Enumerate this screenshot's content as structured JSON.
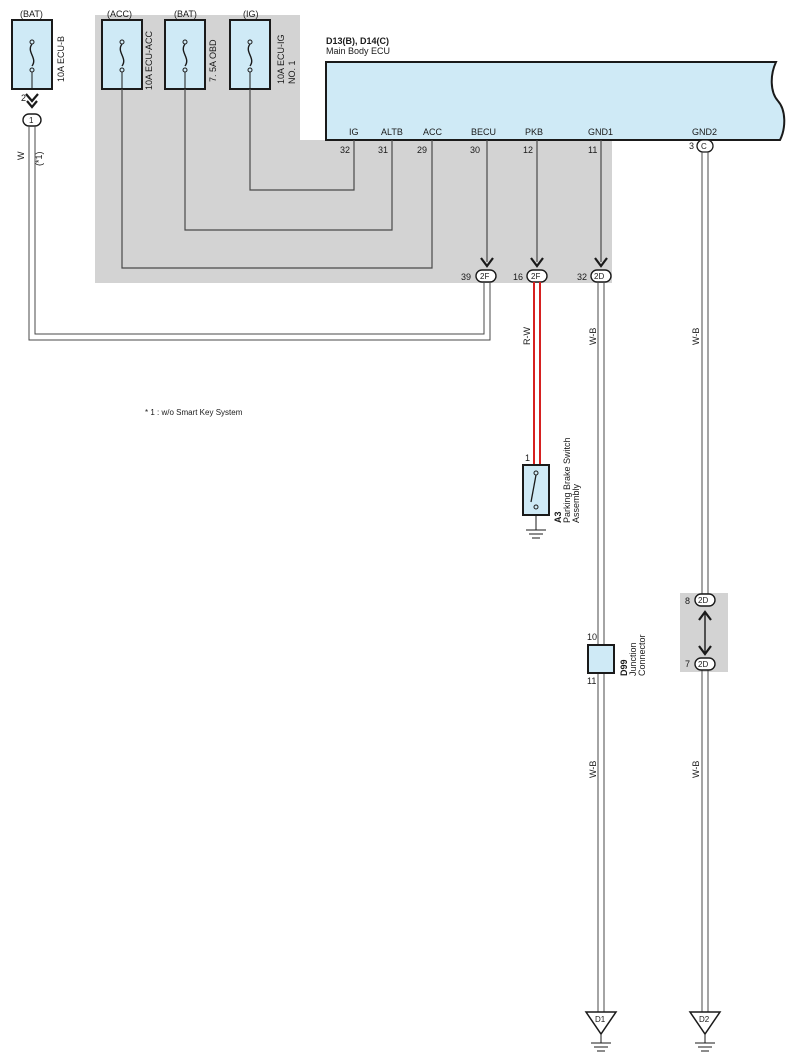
{
  "colors": {
    "panel_bg": "#d3d3d3",
    "fuse_fill": "#cfeaf6",
    "ecu_fill": "#cfeaf6",
    "wire": "#4a4a4a",
    "wire_red": "#d62020"
  },
  "fuses": [
    {
      "source": "(BAT)",
      "name": "10A ECU-B"
    },
    {
      "source": "(ACC)",
      "name": "10A ECU-ACC"
    },
    {
      "source": "(BAT)",
      "name": "7. 5A OBD"
    },
    {
      "source": "(IG)",
      "name_line1": "10A ECU-IG",
      "name_line2": "NO. 1"
    }
  ],
  "ecu": {
    "ref": "D13(B), D14(C)",
    "name": "Main Body ECU",
    "pins": [
      {
        "label": "IG",
        "num": "32"
      },
      {
        "label": "ALTB",
        "num": "31"
      },
      {
        "label": "ACC",
        "num": "29"
      },
      {
        "label": "BECU",
        "num": "30"
      },
      {
        "label": "PKB",
        "num": "12"
      },
      {
        "label": "GND1",
        "num": "11"
      },
      {
        "label": "GND2",
        "num": "3"
      }
    ],
    "gnd2_connector": "C"
  },
  "connectors": {
    "ecu_b_pin": "2",
    "ecu_b_junction": "1",
    "becu": {
      "pin": "39",
      "id": "2F"
    },
    "pkb": {
      "pin": "16",
      "id": "2F"
    },
    "gnd1": {
      "pin": "32",
      "id": "2D"
    },
    "gnd2_upper": {
      "pin": "8",
      "id": "2D"
    },
    "gnd2_lower": {
      "pin": "7",
      "id": "2D"
    }
  },
  "wires": {
    "w": "W",
    "note_ref": "(*1)",
    "rw": "R-W",
    "wb1": "W-B",
    "wb2": "W-B",
    "wb3": "W-B",
    "wb4": "W-B"
  },
  "note": "* 1 : w/o Smart Key System",
  "parking_switch": {
    "pin": "1",
    "ref": "A3",
    "name_line1": "Parking Brake Switch",
    "name_line2": "Assembly"
  },
  "junction": {
    "pin_top": "10",
    "pin_bottom": "11",
    "ref": "D99",
    "name_line1": "Junction",
    "name_line2": "Connector"
  },
  "grounds": [
    "D1",
    "D2"
  ]
}
